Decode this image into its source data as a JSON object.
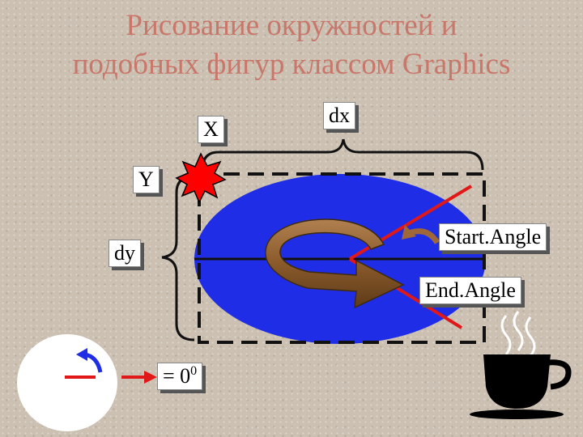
{
  "title": {
    "line1": "Рисование окружностей и",
    "line2": "подобных фигур классом Graphics"
  },
  "labels": {
    "x": "X",
    "dx": "dx",
    "y": "Y",
    "dy": "dy",
    "start_angle": "Start.Angle",
    "end_angle": "End.Angle",
    "zero_prefix": "= 0",
    "zero_superscript": "0"
  },
  "colors": {
    "ellipse_fill": "#1f2ee6",
    "title_text": "#c9766b",
    "angle_line": "#e01818",
    "arrow_brown": "#8a5a2b",
    "start_marker": "#ff0000"
  },
  "icons": {
    "start_point": "starburst-icon",
    "cup": "coffee-cup-icon",
    "clock": "rotation-direction-icon"
  }
}
